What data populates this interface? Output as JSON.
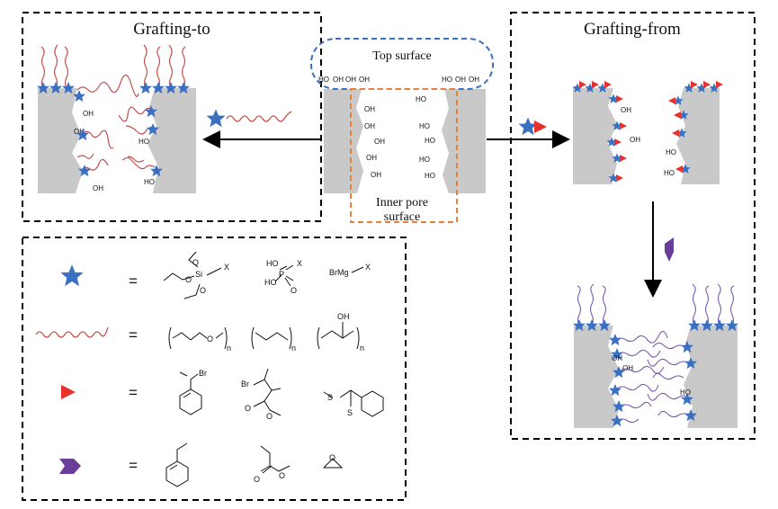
{
  "panels": {
    "grafting_to": {
      "title": "Grafting-to"
    },
    "grafting_from": {
      "title": "Grafting-from"
    },
    "center": {
      "top_label": "Top surface",
      "inner_label_1": "Inner pore",
      "inner_label_2": "surface"
    }
  },
  "groups": {
    "ho": "HO",
    "oh": "OH"
  },
  "legend": {
    "equals": "=",
    "rows": [
      {
        "symbol": "blue-star",
        "items": [
          "Si–X (triethoxysilane)",
          "HO–P(=O)(OH)–X",
          "BrMg–X"
        ]
      },
      {
        "symbol": "red-chain",
        "items": [
          "PEG",
          "polyethylene",
          "poly(vinyl alcohol)"
        ]
      },
      {
        "symbol": "red-triangle",
        "items": [
          "benzyl bromide",
          "2-bromoisobutyrate",
          "dithiobenzoate"
        ]
      },
      {
        "symbol": "purple-chevron",
        "items": [
          "styrene",
          "methyl acrylate",
          "epoxide"
        ]
      }
    ],
    "labels": {
      "x": "X",
      "si": "Si",
      "o": "O",
      "p": "P",
      "ho": "HO",
      "brmg": "BrMg",
      "n": "n",
      "oh": "OH",
      "br": "Br",
      "s": "S"
    }
  },
  "colors": {
    "star": "#3b6fc0",
    "chain": "#c0504d",
    "initiator": "#e8312b",
    "monomer": "#6a3d9a",
    "purple_chain": "#7a5aa8",
    "solid": "#c9c9c9",
    "dash_blue": "#3b6fc0",
    "dash_orange": "#e8803a"
  }
}
